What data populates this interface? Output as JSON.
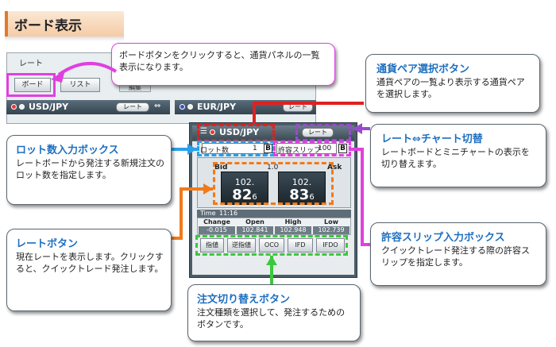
{
  "header": {
    "title": "ボード表示"
  },
  "screenshot": {
    "tab_rate": "レート",
    "board_button": "ボード",
    "list_button": "リスト",
    "kaihei_button": "編集",
    "pair_1": "USD/JPY",
    "pair_2": "EUR/JPY",
    "mini_rate_label": "レート"
  },
  "panel": {
    "pair": "USD/JPY",
    "toggle_label": "レート",
    "lot_label": "ロット数",
    "lot_value": "1",
    "slip_label": "許容スリップ",
    "slip_value": "100",
    "b_icon": "B",
    "bid_label": "Bid",
    "ask_label": "Ask",
    "spread": "1.0",
    "bid_rate_head": "102.",
    "bid_rate_big": "82",
    "bid_rate_pip": "6",
    "ask_rate_head": "102.",
    "ask_rate_big": "83",
    "ask_rate_pip": "6",
    "time_label": "Time",
    "time_value": "11:16",
    "stats_headers": [
      "Change",
      "Open",
      "High",
      "Low"
    ],
    "stats_values": [
      "-0.015",
      "102.841",
      "102.948",
      "102.739"
    ],
    "order_buttons": [
      "指値",
      "逆指値",
      "OCO",
      "IFD",
      "IFDO"
    ]
  },
  "callouts": {
    "board": {
      "body": "ボードボタンをクリックすると、通貨パネルの一覧表示になります。"
    },
    "pair": {
      "title": "通貨ペア選択ボタン",
      "body": "通貨ペアの一覧より表示する通貨ペアを選択します。"
    },
    "toggle": {
      "title": "レート⇔チャート切替",
      "body": "レートボードとミニチャートの表示を切り替えます。"
    },
    "lot": {
      "title": "ロット数入力ボックス",
      "body": "レートボードから発注する新規注文のロット数を指定します。"
    },
    "rate": {
      "title": "レートボタン",
      "body": "現在レートを表示します。クリックすると、クイックトレード発注します。"
    },
    "slip": {
      "title": "許容スリップ入力ボックス",
      "body": "クイックトレード発注する際の許容スリップを指定します。"
    },
    "order": {
      "title": "注文切り替えボタン",
      "body": "注文種類を選択して、発注するためのボタンです。"
    }
  },
  "colors": {
    "pair": "#e02020",
    "toggle": "#9a4ad0",
    "lot": "#2aa0e8",
    "slip": "#e040e0",
    "rate": "#f07a1a",
    "order": "#3cc83c"
  }
}
